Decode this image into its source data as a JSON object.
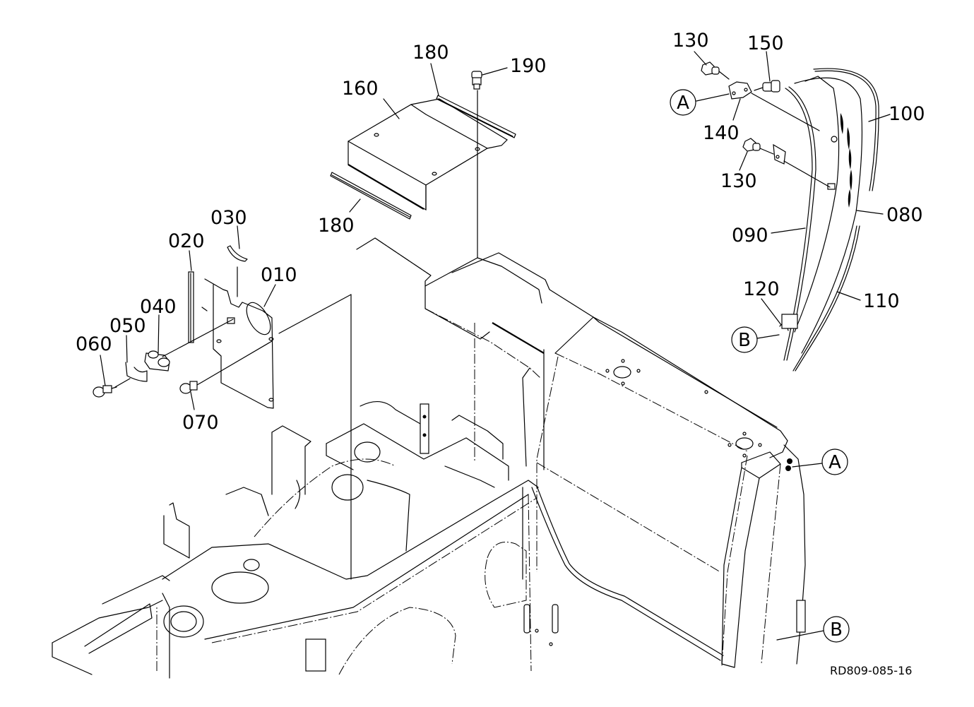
{
  "diagram": {
    "type": "exploded parts diagram",
    "drawing_code": "RD809-085-16",
    "callouts": [
      {
        "id": "010",
        "label": "010"
      },
      {
        "id": "020",
        "label": "020"
      },
      {
        "id": "030",
        "label": "030"
      },
      {
        "id": "040",
        "label": "040"
      },
      {
        "id": "050",
        "label": "050"
      },
      {
        "id": "060",
        "label": "060"
      },
      {
        "id": "070",
        "label": "070"
      },
      {
        "id": "080",
        "label": "080"
      },
      {
        "id": "090",
        "label": "090"
      },
      {
        "id": "100",
        "label": "100"
      },
      {
        "id": "110",
        "label": "110"
      },
      {
        "id": "120",
        "label": "120"
      },
      {
        "id": "130a",
        "label": "130"
      },
      {
        "id": "130b",
        "label": "130"
      },
      {
        "id": "140",
        "label": "140"
      },
      {
        "id": "150",
        "label": "150"
      },
      {
        "id": "160",
        "label": "160"
      },
      {
        "id": "180a",
        "label": "180"
      },
      {
        "id": "180b",
        "label": "180"
      },
      {
        "id": "190",
        "label": "190"
      }
    ],
    "reference_markers": [
      {
        "id": "A-top",
        "label": "A"
      },
      {
        "id": "A-body",
        "label": "A"
      },
      {
        "id": "B-top",
        "label": "B"
      },
      {
        "id": "B-body",
        "label": "B"
      }
    ]
  }
}
